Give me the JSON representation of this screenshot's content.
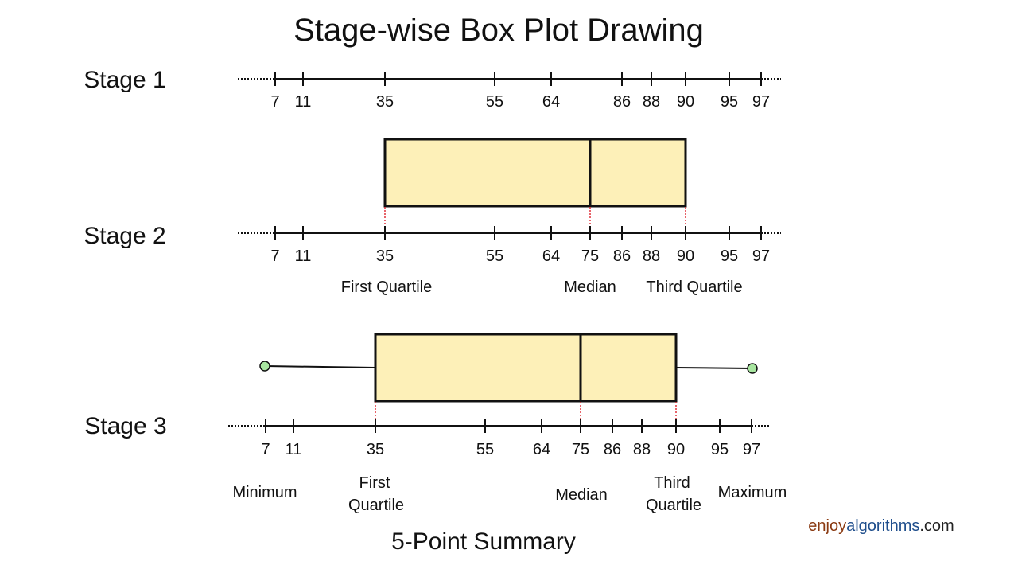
{
  "title": "Stage-wise Box Plot Drawing",
  "stages": [
    {
      "label": "Stage 1"
    },
    {
      "label": "Stage 2"
    },
    {
      "label": "Stage 3"
    }
  ],
  "ticks_stage1": [
    7,
    11,
    35,
    55,
    64,
    86,
    88,
    90,
    95,
    97
  ],
  "ticks": [
    7,
    11,
    35,
    55,
    64,
    75,
    86,
    88,
    90,
    95,
    97
  ],
  "stage2_labels": {
    "first_quartile": "First Quartile",
    "median": "Median",
    "third_quartile": "Third Quartile"
  },
  "stage3_labels": {
    "minimum": "Minimum",
    "first_quartile_line1": "First",
    "first_quartile_line2": "Quartile",
    "median": "Median",
    "third_quartile_line1": "Third",
    "third_quartile_line2": "Quartile",
    "maximum": "Maximum"
  },
  "summary_caption": "5-Point Summary",
  "brand": {
    "part1": "enjoy",
    "part2": "algorithms",
    "part3": ".com"
  },
  "colors": {
    "box_fill": "#fdf0b8",
    "box_stroke": "#111111",
    "dashed": "#e0303a",
    "whisker_dot": "#a8e6a0",
    "brand_part1": "#8a3a12",
    "brand_part2": "#1f4e8c",
    "brand_part3": "#222222"
  },
  "chart_data": {
    "type": "box",
    "minimum": 7,
    "first_quartile": 35,
    "median": 75,
    "third_quartile": 90,
    "maximum": 97,
    "data": [
      7,
      11,
      35,
      55,
      64,
      75,
      86,
      88,
      90,
      95,
      97
    ]
  }
}
